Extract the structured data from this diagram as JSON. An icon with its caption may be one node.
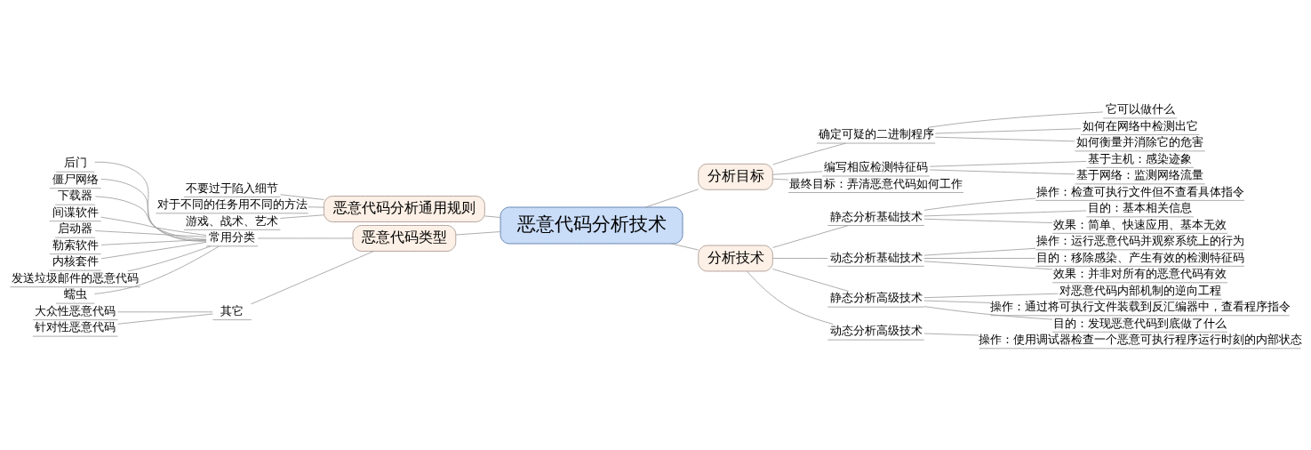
{
  "diagram": {
    "nodes": [
      {
        "text": [
          "恶意代码分析技术"
        ]
      },
      {
        "text": [
          "分析目标"
        ]
      },
      {
        "text": [
          "确定可疑的二进制程序"
        ]
      },
      {
        "text": [
          "它可以做什么"
        ]
      },
      {
        "text": [
          "如何在网络中检测出它"
        ]
      },
      {
        "text": [
          "如何衡量并消除它的危害"
        ]
      },
      {
        "text": [
          "编写相应检测特征码"
        ]
      },
      {
        "text": [
          "基于主机：感染迹象"
        ]
      },
      {
        "text": [
          "基于网络：监测网络流量"
        ]
      },
      {
        "text": [
          "最终目标：弄清恶意代码如何工作"
        ]
      },
      {
        "text": [
          "分析技术"
        ]
      },
      {
        "text": [
          "静态分析基础技术"
        ]
      },
      {
        "text": [
          "操作：检查可执行文件但不查看具体指令"
        ]
      },
      {
        "text": [
          "目的：基本相关信息"
        ]
      },
      {
        "text": [
          "效果：简单、快速应用、基本无效"
        ]
      },
      {
        "text": [
          "动态分析基础技术"
        ]
      },
      {
        "text": [
          "操作：运行恶意代码并观察系统上的行为"
        ]
      },
      {
        "text": [
          "目的：移除感染、产生有效的检测特征码"
        ]
      },
      {
        "text": [
          "效果：并非对所有的恶意代码有效"
        ]
      },
      {
        "text": [
          "静态分析高级技术"
        ]
      },
      {
        "text": [
          "对恶意代码内部机制的逆向工程"
        ]
      },
      {
        "text": [
          "操作：通过将可执行文件装载到反汇编器中，查看程序指令"
        ]
      },
      {
        "text": [
          "目的：发现恶意代码到底做了什么"
        ]
      },
      {
        "text": [
          "动态分析高级技术"
        ]
      },
      {
        "text": [
          "操作：使用调试器检查一个恶意可执行程序运行时刻的内部状态"
        ]
      },
      {
        "text": [
          "恶意代码分析通用规则"
        ]
      },
      {
        "text": [
          "不要过于陷入细节"
        ]
      },
      {
        "text": [
          "对于不同的任务用不同的方法"
        ]
      },
      {
        "text": [
          "游戏、战术、艺术"
        ]
      },
      {
        "text": [
          "恶意代码类型"
        ]
      },
      {
        "text": [
          "常用分类"
        ]
      },
      {
        "text": [
          "后门"
        ]
      },
      {
        "text": [
          "僵尸网络"
        ]
      },
      {
        "text": [
          "下载器"
        ]
      },
      {
        "text": [
          "间谍软件"
        ]
      },
      {
        "text": [
          "启动器"
        ]
      },
      {
        "text": [
          "勒索软件"
        ]
      },
      {
        "text": [
          "内核套件"
        ]
      },
      {
        "text": [
          "发送垃圾邮件的恶意代码"
        ]
      },
      {
        "text": [
          "蠕虫"
        ]
      },
      {
        "text": [
          "其它"
        ]
      },
      {
        "text": [
          "大众性恶意代码"
        ]
      },
      {
        "text": [
          "针对性恶意代码"
        ]
      }
    ],
    "edges": [
      {
        "from": 0,
        "to": 1,
        "arrow": "none"
      },
      {
        "from": 1,
        "to": 2,
        "arrow": "none"
      },
      {
        "from": 2,
        "to": 3,
        "arrow": "none"
      },
      {
        "from": 2,
        "to": 4,
        "arrow": "none"
      },
      {
        "from": 2,
        "to": 5,
        "arrow": "none"
      },
      {
        "from": 1,
        "to": 6,
        "arrow": "none"
      },
      {
        "from": 6,
        "to": 7,
        "arrow": "none"
      },
      {
        "from": 6,
        "to": 8,
        "arrow": "none"
      },
      {
        "from": 1,
        "to": 9,
        "arrow": "none"
      },
      {
        "from": 0,
        "to": 10,
        "arrow": "none"
      },
      {
        "from": 10,
        "to": 11,
        "arrow": "none"
      },
      {
        "from": 11,
        "to": 12,
        "arrow": "none"
      },
      {
        "from": 11,
        "to": 13,
        "arrow": "none"
      },
      {
        "from": 11,
        "to": 14,
        "arrow": "none"
      },
      {
        "from": 10,
        "to": 15,
        "arrow": "none"
      },
      {
        "from": 15,
        "to": 16,
        "arrow": "none"
      },
      {
        "from": 15,
        "to": 17,
        "arrow": "none"
      },
      {
        "from": 15,
        "to": 18,
        "arrow": "none"
      },
      {
        "from": 10,
        "to": 19,
        "arrow": "none"
      },
      {
        "from": 19,
        "to": 20,
        "arrow": "none"
      },
      {
        "from": 19,
        "to": 21,
        "arrow": "none"
      },
      {
        "from": 19,
        "to": 22,
        "arrow": "none"
      },
      {
        "from": 10,
        "to": 23,
        "arrow": "none"
      },
      {
        "from": 23,
        "to": 24,
        "arrow": "none"
      },
      {
        "from": 0,
        "to": 25,
        "arrow": "none"
      },
      {
        "from": 25,
        "to": 26,
        "arrow": "none"
      },
      {
        "from": 25,
        "to": 27,
        "arrow": "none"
      },
      {
        "from": 25,
        "to": 28,
        "arrow": "none"
      },
      {
        "from": 0,
        "to": 29,
        "arrow": "none"
      },
      {
        "from": 29,
        "to": 30,
        "arrow": "none"
      },
      {
        "from": 30,
        "to": 31,
        "arrow": "none"
      },
      {
        "from": 30,
        "to": 32,
        "arrow": "none"
      },
      {
        "from": 30,
        "to": 33,
        "arrow": "none"
      },
      {
        "from": 30,
        "to": 34,
        "arrow": "none"
      },
      {
        "from": 30,
        "to": 35,
        "arrow": "none"
      },
      {
        "from": 30,
        "to": 36,
        "arrow": "none"
      },
      {
        "from": 30,
        "to": 37,
        "arrow": "none"
      },
      {
        "from": 30,
        "to": 38,
        "arrow": "none"
      },
      {
        "from": 30,
        "to": 39,
        "arrow": "none"
      },
      {
        "from": 29,
        "to": 40,
        "arrow": "none"
      },
      {
        "from": 40,
        "to": 41,
        "arrow": "none"
      },
      {
        "from": 40,
        "to": 42,
        "arrow": "none"
      }
    ]
  }
}
